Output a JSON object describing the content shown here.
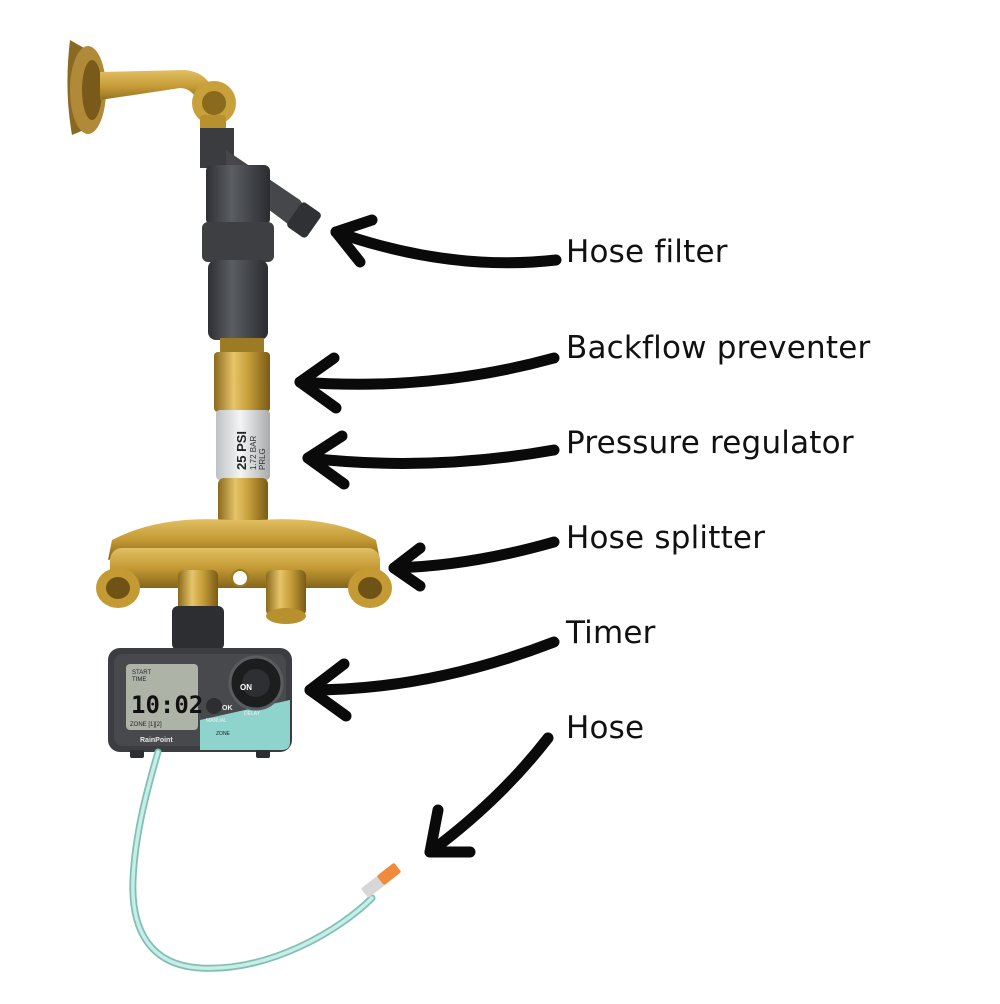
{
  "labels": {
    "hose_filter": "Hose filter",
    "backflow_preventer": "Backflow preventer",
    "pressure_regulator": "Pressure regulator",
    "hose_splitter": "Hose splitter",
    "timer": "Timer",
    "hose": "Hose"
  },
  "regulator_text": {
    "line1": "25 PSI",
    "line2": "1.72 BAR",
    "line3": "PRLG"
  },
  "timer_display": {
    "time": "10:02",
    "start_label": "START",
    "time_label": "TIME",
    "zone_label": "ZONE [1][2]",
    "brand": "RainPoint",
    "dial_on": "ON",
    "ok_label": "OK",
    "manual_label": "MANUAL",
    "delay_label": "DELAY",
    "zone_button": "ZONE"
  },
  "colors": {
    "brass": "#c9a13a",
    "filter_gray": "#4a4c50",
    "hose": "#a9dfd6",
    "timer_accent": "#8fd4cc",
    "arrow": "#0a0a0a"
  }
}
